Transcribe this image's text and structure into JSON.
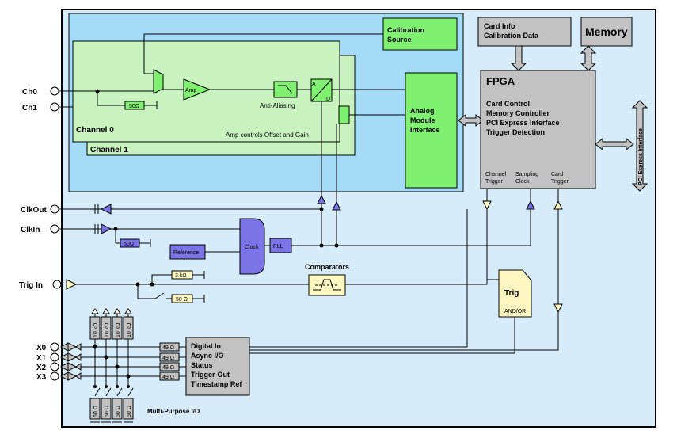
{
  "inputs": {
    "ch0": "Ch0",
    "ch1": "Ch1",
    "clk_out": "ClkOut",
    "clk_in": "ClkIn",
    "trig_in": "Trig In",
    "x0": "X0",
    "x1": "X1",
    "x2": "X2",
    "x3": "X3"
  },
  "analog": {
    "calibration_source": [
      "Calibration",
      "Source"
    ],
    "amp": "Amp",
    "anti_aliasing": "Anti-Aliasing",
    "adc_a": "A",
    "adc_d": "D",
    "amp_controls": "Amp controls Offset and Gain",
    "channel0": "Channel 0",
    "channel1": "Channel 1",
    "input_term": "50Ω",
    "ami": [
      "Analog",
      "Module",
      "Interface"
    ]
  },
  "top": {
    "card_info": [
      "Card Info",
      "Calibration Data"
    ],
    "memory": "Memory"
  },
  "fpga": {
    "title": "FPGA",
    "functions": [
      "Card Control",
      "Memory Controller",
      "PCI Express Interface",
      "Trigger Detection"
    ],
    "ports": {
      "channel_trigger": [
        "Channel",
        "Trigger"
      ],
      "sampling_clock": [
        "Sampling",
        "Clock"
      ],
      "card_trigger": [
        "Card",
        "Trigger"
      ]
    }
  },
  "pcie": "PCI Express Interface",
  "clock": {
    "clkin_term": "50Ω",
    "reference": "Reference",
    "clock": "Clock",
    "pll": "PLL"
  },
  "trigger": {
    "term_3k": "3 kΩ",
    "term_50": "50 Ω",
    "comparators": "Comparators",
    "trig": "Trig",
    "andor": "AND/OR"
  },
  "mpio": {
    "pullups": [
      "10 kΩ",
      "10 kΩ",
      "10 kΩ",
      "10 kΩ"
    ],
    "series": [
      "49 Ω",
      "49 Ω",
      "49 Ω",
      "49 Ω"
    ],
    "pulldowns": [
      "50 Ω",
      "50 Ω",
      "50 Ω",
      "50 Ω"
    ],
    "functions": [
      "Digital In",
      "Async I/O",
      "Status",
      "Trigger-Out",
      "Timestamp Ref"
    ],
    "label": "Multi-Purpose I/O"
  },
  "colors": {
    "card_bg": "#d6ecfa",
    "analog_bg": "#a4dcf7",
    "channel": "#c8f3bf",
    "green_block": "#7ff070",
    "gray_block": "#c2c2c2",
    "blue_part": "#7a74e6",
    "yellow": "#fff8c2"
  }
}
